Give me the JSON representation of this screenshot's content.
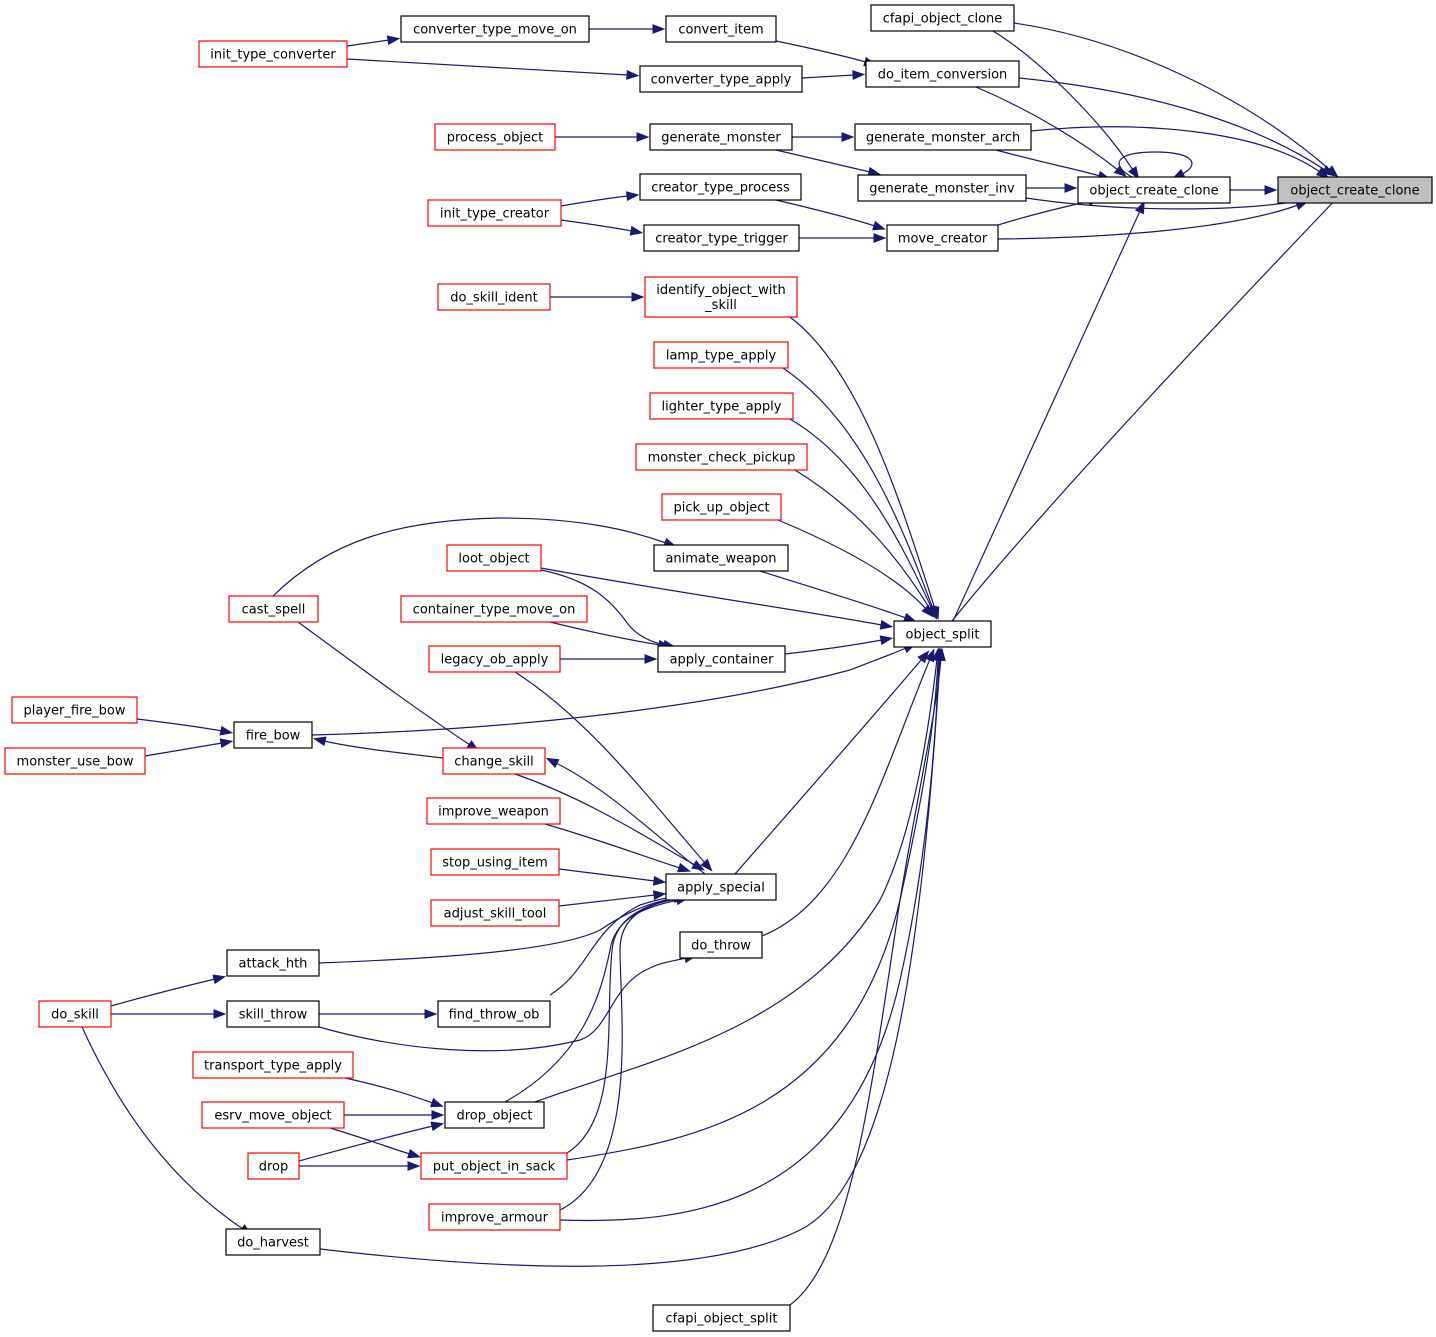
{
  "colors": {
    "edge": "#191970",
    "node_border_default": "#000000",
    "node_border_undocumented": "#ff0000",
    "node_fill": "#ffffff",
    "node_fill_root": "#bfbfbf"
  },
  "nodes": {
    "object_create_clone_root": {
      "label": "object_create_clone",
      "style": "root"
    },
    "object_create_clone": {
      "label": "object_create_clone",
      "style": "normal"
    },
    "cfapi_object_clone": {
      "label": "cfapi_object_clone",
      "style": "normal"
    },
    "do_item_conversion": {
      "label": "do_item_conversion",
      "style": "normal"
    },
    "generate_monster_arch": {
      "label": "generate_monster_arch",
      "style": "normal"
    },
    "generate_monster_inv": {
      "label": "generate_monster_inv",
      "style": "normal"
    },
    "move_creator": {
      "label": "move_creator",
      "style": "normal"
    },
    "object_split": {
      "label": "object_split",
      "style": "normal"
    },
    "convert_item": {
      "label": "convert_item",
      "style": "normal"
    },
    "converter_type_apply": {
      "label": "converter_type_apply",
      "style": "normal"
    },
    "converter_type_move_on": {
      "label": "converter_type_move_on",
      "style": "normal"
    },
    "init_type_converter": {
      "label": "init_type_converter",
      "style": "red"
    },
    "generate_monster": {
      "label": "generate_monster",
      "style": "normal"
    },
    "process_object": {
      "label": "process_object",
      "style": "red"
    },
    "creator_type_process": {
      "label": "creator_type_process",
      "style": "normal"
    },
    "creator_type_trigger": {
      "label": "creator_type_trigger",
      "style": "normal"
    },
    "init_type_creator": {
      "label": "init_type_creator",
      "style": "red"
    },
    "identify_object_with_skill": {
      "label": "identify_object_with\n_skill",
      "style": "red"
    },
    "do_skill_ident": {
      "label": "do_skill_ident",
      "style": "red"
    },
    "lamp_type_apply": {
      "label": "lamp_type_apply",
      "style": "red"
    },
    "lighter_type_apply": {
      "label": "lighter_type_apply",
      "style": "red"
    },
    "monster_check_pickup": {
      "label": "monster_check_pickup",
      "style": "red"
    },
    "pick_up_object": {
      "label": "pick_up_object",
      "style": "red"
    },
    "animate_weapon": {
      "label": "animate_weapon",
      "style": "normal"
    },
    "cast_spell": {
      "label": "cast_spell",
      "style": "red"
    },
    "loot_object": {
      "label": "loot_object",
      "style": "red"
    },
    "container_type_move_on": {
      "label": "container_type_move_on",
      "style": "red"
    },
    "apply_container": {
      "label": "apply_container",
      "style": "normal"
    },
    "legacy_ob_apply": {
      "label": "legacy_ob_apply",
      "style": "red"
    },
    "fire_bow": {
      "label": "fire_bow",
      "style": "normal"
    },
    "player_fire_bow": {
      "label": "player_fire_bow",
      "style": "red"
    },
    "monster_use_bow": {
      "label": "monster_use_bow",
      "style": "red"
    },
    "change_skill": {
      "label": "change_skill",
      "style": "red"
    },
    "improve_weapon": {
      "label": "improve_weapon",
      "style": "red"
    },
    "stop_using_item": {
      "label": "stop_using_item",
      "style": "red"
    },
    "adjust_skill_tool": {
      "label": "adjust_skill_tool",
      "style": "red"
    },
    "apply_special": {
      "label": "apply_special",
      "style": "normal"
    },
    "do_throw": {
      "label": "do_throw",
      "style": "normal"
    },
    "attack_hth": {
      "label": "attack_hth",
      "style": "normal"
    },
    "do_skill": {
      "label": "do_skill",
      "style": "red"
    },
    "skill_throw": {
      "label": "skill_throw",
      "style": "normal"
    },
    "find_throw_ob": {
      "label": "find_throw_ob",
      "style": "normal"
    },
    "transport_type_apply": {
      "label": "transport_type_apply",
      "style": "red"
    },
    "esrv_move_object": {
      "label": "esrv_move_object",
      "style": "red"
    },
    "drop_object": {
      "label": "drop_object",
      "style": "normal"
    },
    "drop": {
      "label": "drop",
      "style": "red"
    },
    "put_object_in_sack": {
      "label": "put_object_in_sack",
      "style": "red"
    },
    "improve_armour": {
      "label": "improve_armour",
      "style": "red"
    },
    "do_harvest": {
      "label": "do_harvest",
      "style": "normal"
    },
    "cfapi_object_split": {
      "label": "cfapi_object_split",
      "style": "normal"
    }
  }
}
